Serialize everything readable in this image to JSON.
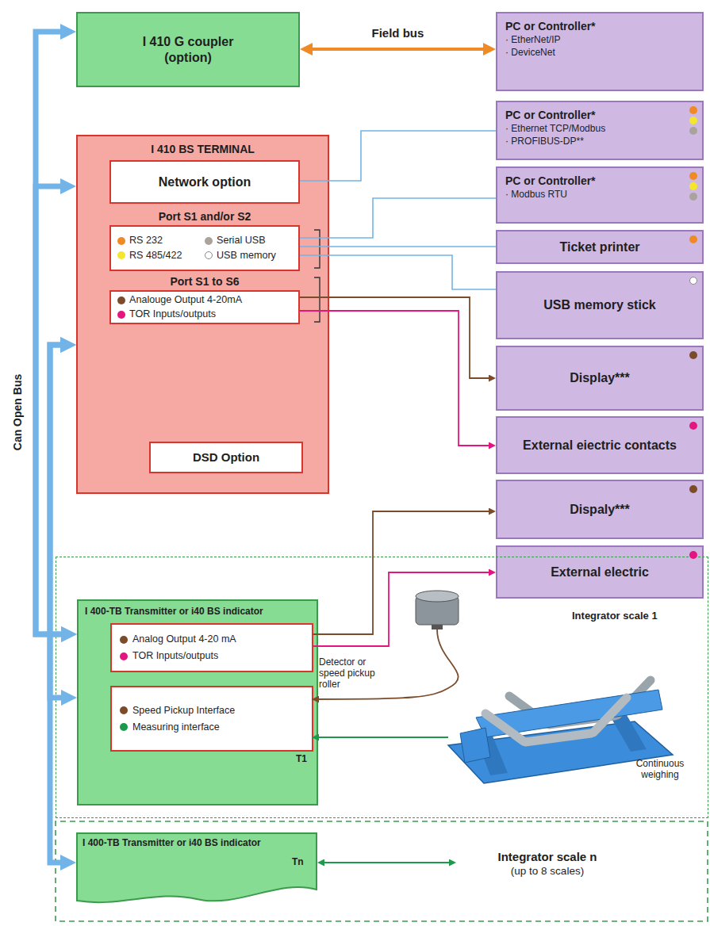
{
  "diagram": {
    "nodes": [
      {
        "text": [
          "I 410 G coupler (option)"
        ]
      },
      {
        "text": [
          "PC or Controller*",
          "· EtherNet/IP",
          "· DeviceNet"
        ]
      },
      {
        "text": [
          "I 410 BS TERMINAL"
        ]
      },
      {
        "text": [
          "Network option"
        ],
        "in": 2
      },
      {
        "text": [
          "Port S1 and/or S2",
          "RS 232",
          "Serial USB",
          "RS 485/422",
          "USB memory"
        ],
        "in": 2
      },
      {
        "text": [
          "Port S1 to S6",
          "Analouge Output 4-20mA",
          "TOR Inputs/outputs"
        ],
        "in": 2
      },
      {
        "text": [
          "DSD Option"
        ],
        "in": 2
      },
      {
        "text": [
          "PC or Controller*",
          "· Ethernet TCP/Modbus",
          "· PROFIBUS-DP**"
        ]
      },
      {
        "text": [
          "PC or Controller*",
          "· Modbus RTU"
        ]
      },
      {
        "text": [
          "Ticket printer"
        ]
      },
      {
        "text": [
          "USB memory stick"
        ]
      },
      {
        "text": [
          "Display***"
        ]
      },
      {
        "text": [
          "External eiectric contacts"
        ]
      },
      {
        "text": [
          "Dispaly***"
        ]
      },
      {
        "text": [
          "External electric"
        ]
      },
      {
        "text": [
          "Integrator scale 1"
        ]
      },
      {
        "text": [
          "I 400-TB Transmitter or i40 BS indicator",
          "T1"
        ],
        "in": 15
      },
      {
        "text": [
          "Analog Output 4-20 mA",
          "TOR Inputs/outputs"
        ],
        "in": 16
      },
      {
        "text": [
          "Speed Pickup Interface",
          "Measuring interface"
        ],
        "in": 16
      },
      {
        "text": [
          "I 400-TB Transmitter or i40 BS indicator",
          "Tn"
        ]
      },
      {
        "text": [
          "Integrator scale n",
          "(up to 8 scales)"
        ]
      }
    ],
    "edges": [
      {
        "from": 0,
        "to": 1,
        "arrow": "both",
        "label": "Field bus"
      },
      {
        "from": 0,
        "to": 16,
        "arrow": "both"
      },
      {
        "from": 2,
        "to": 16,
        "arrow": "both"
      },
      {
        "from": 2,
        "to": 16,
        "arrow": "both"
      },
      {
        "from": 2,
        "to": 19,
        "arrow": "both"
      },
      {
        "from": 3,
        "to": 7,
        "arrow": "none"
      },
      {
        "from": 4,
        "to": 8,
        "arrow": "none"
      },
      {
        "from": 4,
        "to": 9,
        "arrow": "none"
      },
      {
        "from": 4,
        "to": 10,
        "arrow": "none"
      },
      {
        "from": 5,
        "to": 11,
        "arrow": "to"
      },
      {
        "from": 5,
        "to": 12,
        "arrow": "to"
      },
      {
        "from": 17,
        "to": 13,
        "arrow": "to"
      },
      {
        "from": 17,
        "to": 14,
        "arrow": "to"
      },
      {
        "from": 19,
        "to": 20,
        "arrow": "both"
      }
    ],
    "labels": [
      "Can Open Bus",
      "Detector or speed pickup roller",
      "Continuous weighing"
    ]
  }
}
